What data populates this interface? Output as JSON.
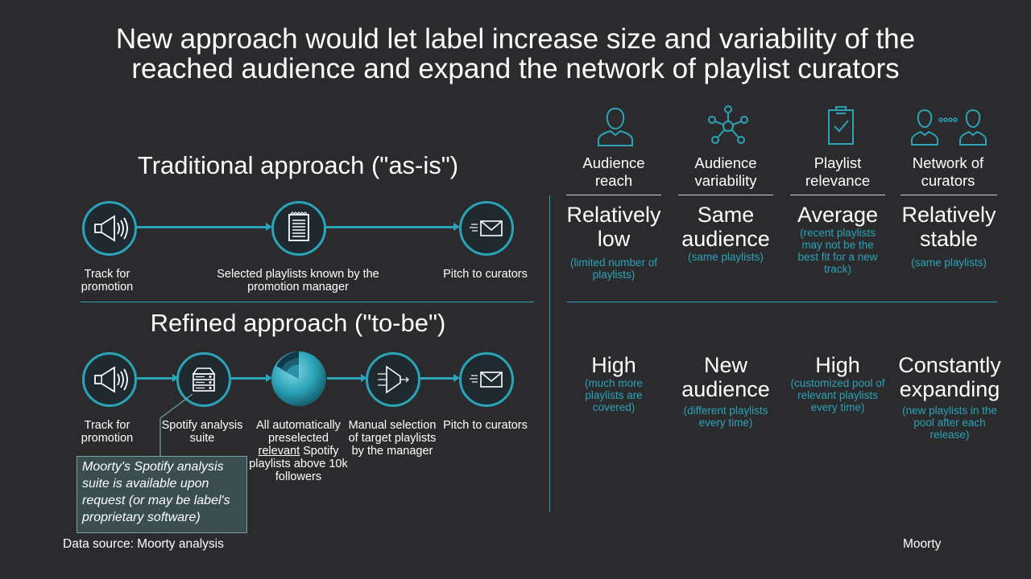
{
  "title_line1": "New approach would let label increase size and variability of the",
  "title_line2": "reached audience and expand the network of playlist curators",
  "traditional": {
    "title": "Traditional approach (\"as-is\")",
    "steps": [
      {
        "label": "Track for promotion",
        "icon": "megaphone-icon"
      },
      {
        "label": "Selected playlists known by the promotion manager",
        "icon": "document-list-icon"
      },
      {
        "label": "Pitch to curators",
        "icon": "envelope-icon"
      }
    ]
  },
  "refined": {
    "title": "Refined approach (\"to-be\")",
    "steps": [
      {
        "label": "Track for promotion",
        "icon": "megaphone-icon"
      },
      {
        "label": "Spotify analysis suite",
        "icon": "server-icon"
      },
      {
        "label_pre": "All automatically preselected",
        "label_underlined": "relevant",
        "label_post": "Spotify playlists above 10k followers",
        "icon": "sphere-icon"
      },
      {
        "label": "Manual selection of target playlists by the manager",
        "icon": "funnel-icon"
      },
      {
        "label": "Pitch to curators",
        "icon": "envelope-icon"
      }
    ],
    "note": "Moorty's Spotify analysis suite is available upon request (or may be label's proprietary software)"
  },
  "comparison": {
    "columns": [
      {
        "header": "Audience reach",
        "icon": "person-icon"
      },
      {
        "header": "Audience variability",
        "icon": "network-icon"
      },
      {
        "header": "Playlist relevance",
        "icon": "clipboard-check-icon"
      },
      {
        "header": "Network of curators",
        "icon": "people-connected-icon"
      }
    ],
    "traditional_rows": [
      {
        "value": "Relatively low",
        "detail": "(limited number of playlists)"
      },
      {
        "value": "Same audience",
        "detail": "(same playlists)"
      },
      {
        "value": "Average",
        "detail": "(recent playlists may not be the best fit for a new track)"
      },
      {
        "value": "Relatively stable",
        "detail": "(same playlists)"
      }
    ],
    "refined_rows": [
      {
        "value": "High",
        "detail": "(much more playlists are covered)"
      },
      {
        "value": "New audience",
        "detail": "(different playlists every time)"
      },
      {
        "value": "High",
        "detail": "(customized pool of relevant playlists every time)"
      },
      {
        "value": "Constantly expanding",
        "detail": "(new playlists in the pool  after each release)"
      }
    ]
  },
  "footer": {
    "source": "Data source: Moorty analysis",
    "brand": "Moorty"
  },
  "colors": {
    "accent": "#2ba3b8",
    "background": "#2b2b2d"
  }
}
